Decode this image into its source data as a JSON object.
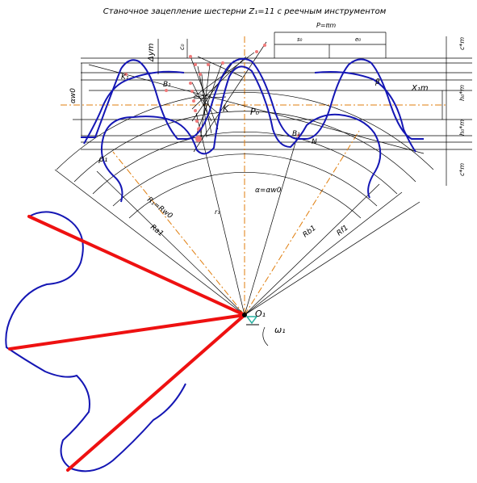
{
  "title": "Станочное зацепление шестерни Z₁=11 с реечным инструментом",
  "labels": {
    "pitch_p": "P=πm",
    "s_o": "s₀",
    "e_o": "e₀",
    "delta_ym": "Δym",
    "c0": "c₀",
    "c_star_m_top": "c*m",
    "c_star_m_bottom": "c*m",
    "ha_m_top": "h₀*m",
    "ha_m_bottom": "h₀*m",
    "x1m": "X₁m",
    "alpha_w0_left": "αw0",
    "k1": "K₁",
    "b1": "B₁",
    "k": "K",
    "p0": "P₀",
    "b1_bottom": "B₁",
    "n": "N",
    "rho1": "ρ₁",
    "beta": "β",
    "r_eq": "R₁=Rw0",
    "ra1": "Ra1",
    "r1_small": "r₁",
    "alpha_eq": "α=αw0",
    "rb1": "Rb1",
    "rf1": "Rf1",
    "o1": "O₁",
    "omega1": "ω₁"
  }
}
